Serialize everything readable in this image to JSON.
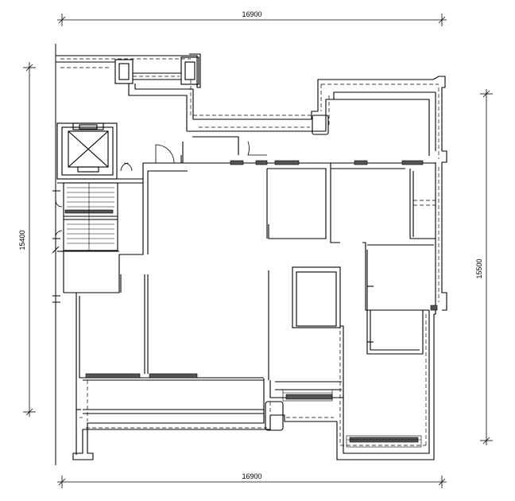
{
  "drawing": {
    "dimensions": {
      "top_width": "16900",
      "bottom_width": "16900",
      "left_height": "15400",
      "right_height": "15500"
    },
    "colors": {
      "wall": "#000000",
      "background": "#ffffff",
      "dashed": "#000000"
    }
  }
}
